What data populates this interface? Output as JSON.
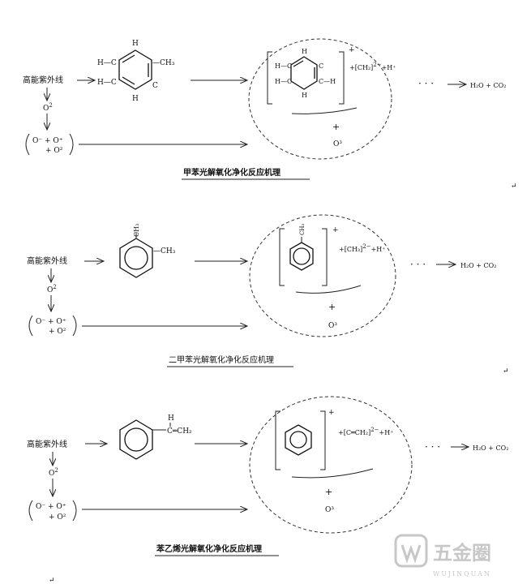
{
  "panels": [
    {
      "caption": "甲苯光解氧化净化反应机理",
      "uv": "高能紫外线",
      "o2": "O",
      "o2_sup": "2",
      "radicals_l1": "O⁻ + O⁺",
      "radicals_l2": "+ O²",
      "reactant_groups": {
        "h_left_top": "H—C",
        "h_left_bottom": "H—C",
        "top_group": "H",
        "ch3": "—CH₃",
        "h_right": "C",
        "bottom_group": "H"
      },
      "ion_charge": "+",
      "fragment": "[CH₂]",
      "fragment_sup": "2−",
      "h_plus": "+H⁺",
      "plus": "+",
      "o3": "O³",
      "ellipsis": "· · ·",
      "product": "H₂O + CO₂"
    },
    {
      "caption": "二甲苯光解氧化净化反应机理",
      "uv": "高能紫外线",
      "o2": "O",
      "o2_sup": "2",
      "radicals_l1": "O⁻ + O⁺",
      "radicals_l2": "+ O²",
      "substituent": "CH₃",
      "substituent2": "—CH₃",
      "ion_charge": "+",
      "fragment": "[CH₃]",
      "fragment_sup": "2−",
      "h_plus": "+H⁺",
      "plus": "+",
      "o3": "O³",
      "ellipsis": "· · ·",
      "product": "H₂O + CO₂"
    },
    {
      "caption": "苯乙烯光解氧化净化反应机理",
      "uv": "高能紫外线",
      "o2": "O",
      "o2_sup": "2",
      "radicals_l1": "O⁻ + O⁺",
      "radicals_l2": "+ O²",
      "vinyl_h": "H",
      "vinyl": "C═CH₂",
      "ion_charge": "+",
      "fragment": "[C═CH₂]",
      "fragment_sup": "2−",
      "h_plus": "+H⁺",
      "plus": "+",
      "o3": "O³",
      "ellipsis": "· · ·",
      "product": "H₂O + CO₂"
    }
  ],
  "watermark": {
    "cn": "五金圈",
    "en": "WUJINQUAN"
  }
}
